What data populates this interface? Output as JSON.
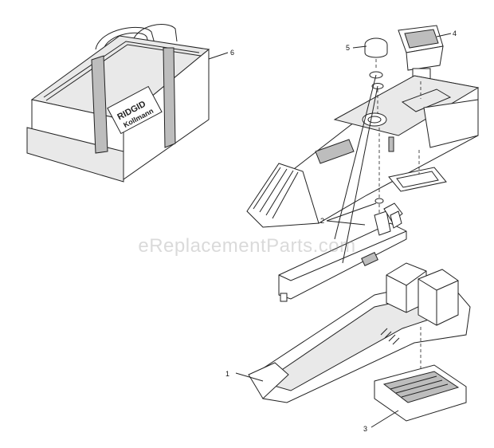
{
  "callouts": {
    "c1": "1",
    "c2": "2",
    "c3": "3",
    "c4": "4",
    "c5": "5",
    "c6": "6"
  },
  "bag_brand": {
    "line1": "RIDGID",
    "line2": "Kollmann"
  },
  "watermark": "eReplacementParts.com",
  "colors": {
    "line": "#222222",
    "fill_light": "#e9e9e9",
    "fill_dark": "#bdbdbd"
  }
}
